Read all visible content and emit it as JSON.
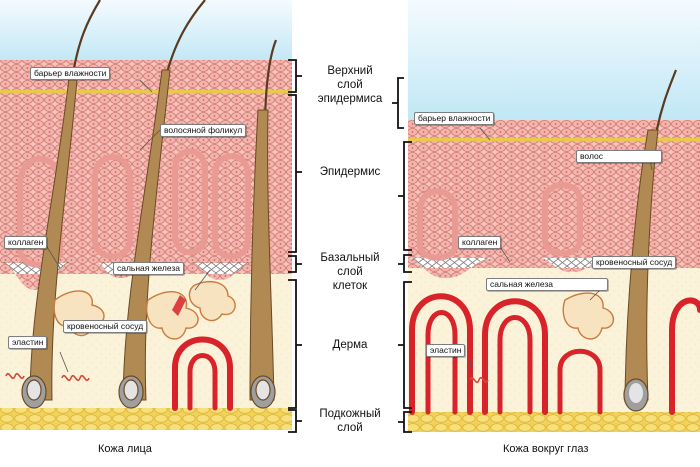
{
  "captions": {
    "left": "Кожа лица",
    "right": "Кожа вокруг глаз"
  },
  "layers": {
    "upper_epidermis": "Верхний\nслой\nэпидермиса",
    "epidermis": "Эпидермис",
    "basal_layer": "Базальный\nслой\nклеток",
    "dermis": "Дерма",
    "subcutaneous": "Подкожный\nслой"
  },
  "left_labels": {
    "moisture_barrier": "барьер влажности",
    "hair_follicle": "волосяной фоликул",
    "collagen": "коллаген",
    "sebaceous_gland": "сальная железа",
    "blood_vessel": "кровеносный сосуд",
    "elastin": "эластин"
  },
  "right_labels": {
    "moisture_barrier": "барьер влажности",
    "hair": "волос",
    "collagen": "коллаген",
    "blood_vessel": "кровеносный сосуд",
    "sebaceous_gland": "сальная железа",
    "elastin": "эластин"
  },
  "colors": {
    "sky": "#bfe6f5",
    "cells": "#f3b4ae",
    "cell_outline": "#d0776e",
    "dermis": "#fbf2da",
    "fat": "#f3d259",
    "blood_vessel": "#d8232a",
    "hair": "#5a3b22"
  }
}
